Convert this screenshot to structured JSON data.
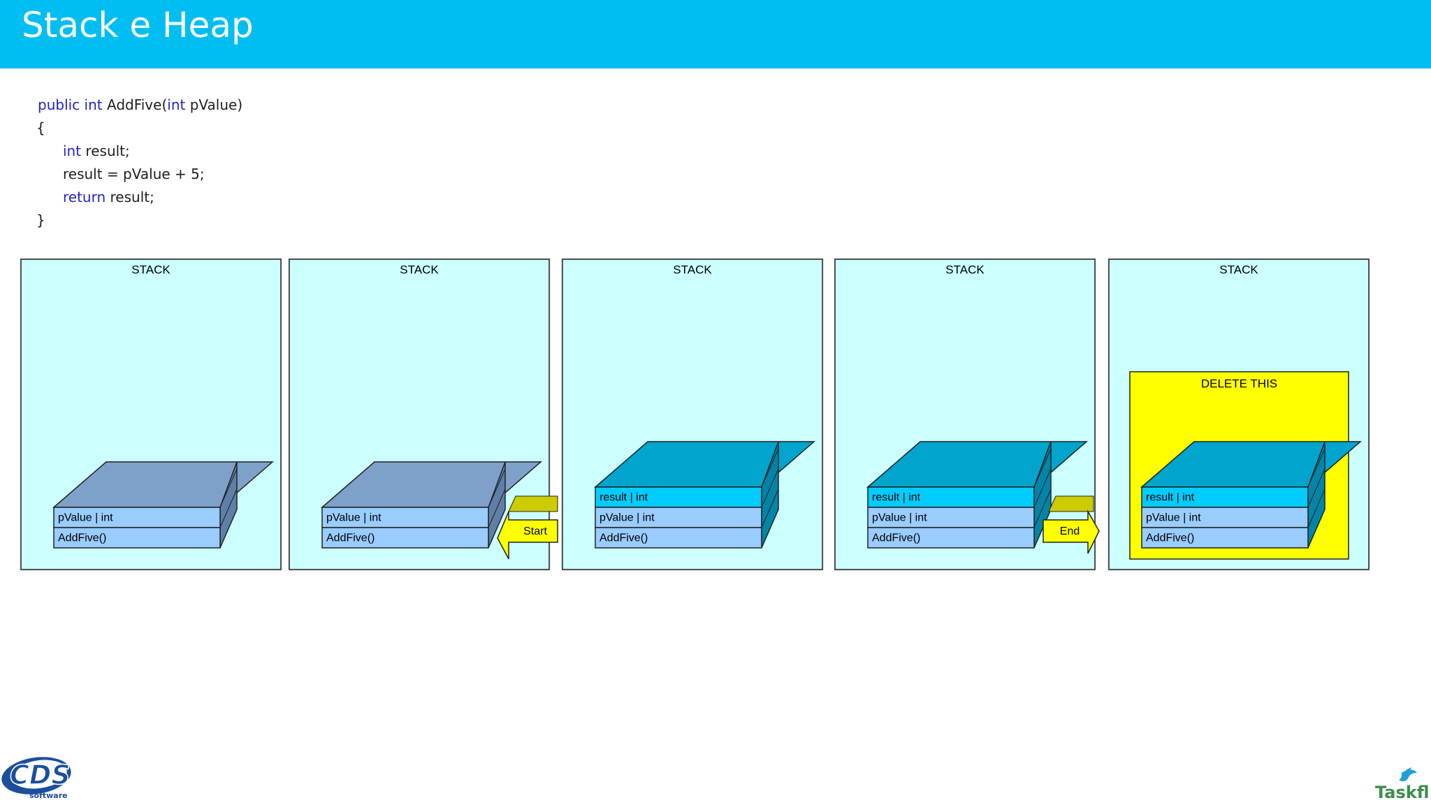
{
  "header": {
    "title": "Stack e Heap"
  },
  "code": {
    "lines": [
      {
        "indent": 0,
        "tokens": [
          {
            "text": "public",
            "kind": "keyword"
          },
          {
            "text": " ",
            "kind": "plain"
          },
          {
            "text": "int",
            "kind": "keyword"
          },
          {
            "text": " AddFive(",
            "kind": "plain"
          },
          {
            "text": "int",
            "kind": "keyword"
          },
          {
            "text": " pValue)",
            "kind": "plain"
          }
        ]
      },
      {
        "indent": -1,
        "tokens": [
          {
            "text": "{",
            "kind": "plain"
          }
        ]
      },
      {
        "indent": 1,
        "tokens": [
          {
            "text": "int",
            "kind": "keyword"
          },
          {
            "text": " result;",
            "kind": "plain"
          }
        ]
      },
      {
        "indent": 1,
        "tokens": [
          {
            "text": "result = pValue + 5;",
            "kind": "plain"
          }
        ]
      },
      {
        "indent": 1,
        "tokens": [
          {
            "text": "return",
            "kind": "keyword"
          },
          {
            "text": " result;",
            "kind": "plain"
          }
        ]
      },
      {
        "indent": -1,
        "tokens": [
          {
            "text": "}",
            "kind": "plain"
          }
        ]
      }
    ]
  },
  "panels": [
    {
      "title": "STACK",
      "rows": [
        "pValue | int",
        "AddFive()"
      ],
      "style": "gray"
    },
    {
      "title": "STACK",
      "rows": [
        "pValue | int",
        "AddFive()"
      ],
      "style": "gray",
      "arrow": {
        "label": "Start",
        "direction": "left"
      }
    },
    {
      "title": "STACK",
      "rows": [
        "result | int",
        "pValue | int",
        "AddFive()"
      ],
      "style": "teal"
    },
    {
      "title": "STACK",
      "rows": [
        "result | int",
        "pValue | int",
        "AddFive()"
      ],
      "style": "teal",
      "arrow": {
        "label": "End",
        "direction": "right"
      }
    },
    {
      "title": "STACK",
      "rows": [
        "result | int",
        "pValue | int",
        "AddFive()"
      ],
      "style": "teal",
      "highlight": {
        "label": "DELETE THIS"
      }
    }
  ],
  "logos": {
    "left": "CDS",
    "left_sub": "software",
    "right": "Taskfly"
  },
  "colors": {
    "header": "#00BEF2",
    "keyword": "#2323C8",
    "panel_bg": "#CCFFFF",
    "gray_top": "#7FA1C9",
    "gray_row": "#99CCFF",
    "teal_top": "#00A4CC",
    "teal_row_top": "#00CCFF",
    "yellow": "#FFFF00",
    "yellow_dark": "#CCCC00"
  }
}
